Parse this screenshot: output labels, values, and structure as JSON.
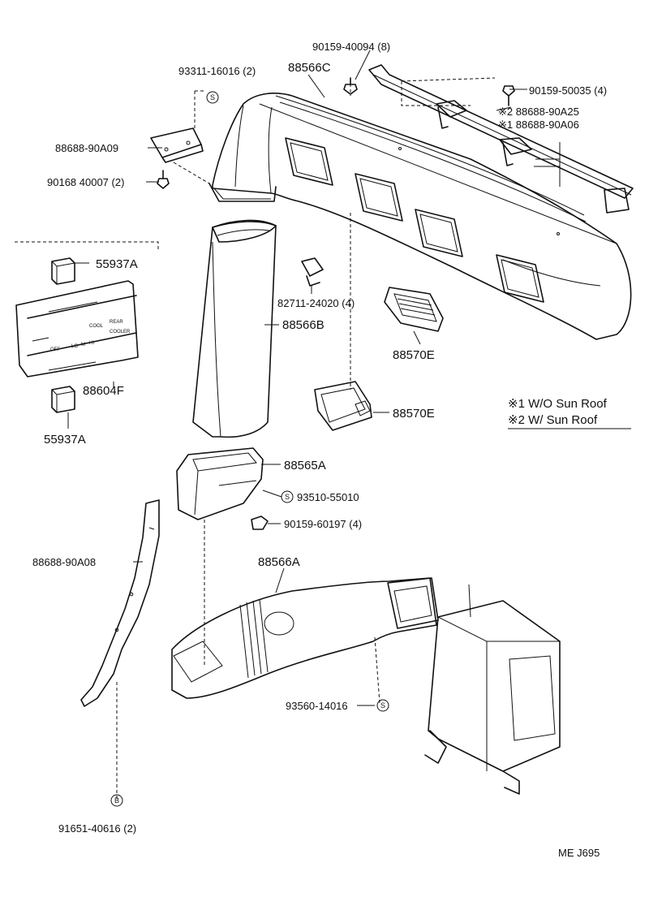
{
  "diagram": {
    "labels": {
      "p_90159_40094": "90159-40094 (8)",
      "p_93311_16016": "93311-16016 (2)",
      "p_88566C": "88566C",
      "p_90159_50035": "90159-50035 (4)",
      "p_88688_90A25": "※2 88688-90A25",
      "p_88688_90A06": "※1 88688-90A06",
      "p_88688_90A09": "88688-90A09",
      "p_90168_40007": "90168 40007 (2)",
      "p_55937A_top": "55937A",
      "p_82711_24020": "82711-24020 (4)",
      "p_88566B": "88566B",
      "p_88604F": "88604F",
      "p_88570E_a": "88570E",
      "p_55937A_bot": "55937A",
      "p_88570E_b": "88570E",
      "p_88565A": "88565A",
      "p_93510_55010": "93510-55010",
      "p_90159_60197": "90159-60197 (4)",
      "p_88688_90A08": "88688-90A08",
      "p_88566A": "88566A",
      "p_93560_14016": "93560-14016",
      "p_91651_40616": "91651-40616 (2)",
      "code": "ME J695"
    },
    "legend": {
      "item1": "※1 W/O Sun Roof",
      "item2": "※2 W/ Sun Roof"
    },
    "symbols": {
      "s_mark": "S",
      "b_mark": "B"
    },
    "panel_text": {
      "rear": "REAR",
      "cooler": "COOLER",
      "cool": "COOL",
      "off": "OFF",
      "lo": "LO",
      "m": "M",
      "hi": "HI"
    }
  }
}
